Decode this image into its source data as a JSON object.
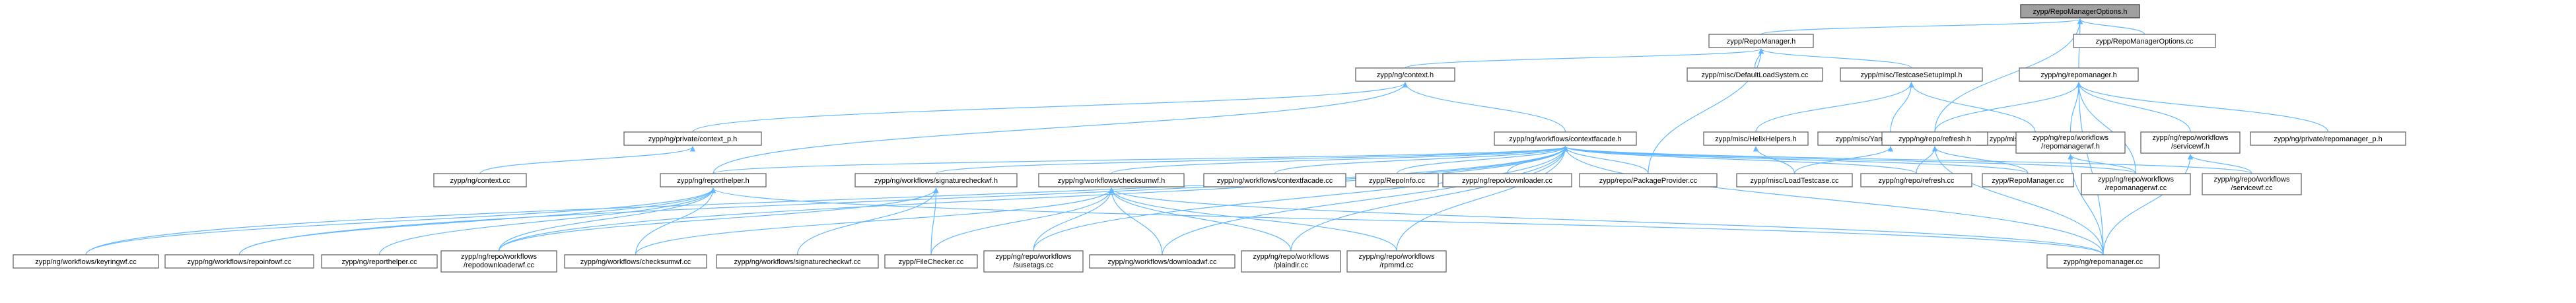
{
  "graph": {
    "edge_color": "#63b8ff",
    "node_border": "#666666",
    "root_fill": "#a0a0a0",
    "nodes": {
      "root": [
        "zypp/RepoManagerOptions.h"
      ],
      "repomanager_h_top": [
        "zypp/RepoManager.h"
      ],
      "repomanageroptions_cc": [
        "zypp/RepoManagerOptions.cc"
      ],
      "ng_repomanager_h": [
        "zypp/ng/repomanager.h"
      ],
      "ng_context_h": [
        "zypp/ng/context.h"
      ],
      "defaultloadsystem_cc": [
        "zypp/misc/DefaultLoadSystem.cc"
      ],
      "testcasesetupimpl_h": [
        "zypp/misc/TestcaseSetupImpl.h"
      ],
      "private_context_p_h": [
        "zypp/ng/private/context_p.h"
      ],
      "contextfacade_h": [
        "zypp/ng/workflows/contextfacade.h"
      ],
      "helixhelpers_h": [
        "zypp/misc/HelixHelpers.h"
      ],
      "yamltestcasehelpers_h": [
        "zypp/misc/YamlTestcaseHelpers.h"
      ],
      "testcasesetup_cc": [
        "zypp/misc/TestcaseSetup.cc"
      ],
      "refresh_h": [
        "zypp/ng/repo/refresh.h"
      ],
      "repomanagerwf_h": [
        "zypp/ng/repo/workflows",
        "/repomanagerwf.h"
      ],
      "servicewf_h": [
        "zypp/ng/repo/workflows",
        "/servicewf.h"
      ],
      "private_repomanager_p_h": [
        "zypp/ng/private/repomanager_p.h"
      ],
      "context_cc": [
        "zypp/ng/context.cc"
      ],
      "reporthelper_h": [
        "zypp/ng/reporthelper.h"
      ],
      "signaturecheckwf_h": [
        "zypp/ng/workflows/signaturecheckwf.h"
      ],
      "checksumwf_h": [
        "zypp/ng/workflows/checksumwf.h"
      ],
      "contextfacade_cc": [
        "zypp/ng/workflows/contextfacade.cc"
      ],
      "repoinfo_cc": [
        "zypp/RepoInfo.cc"
      ],
      "downloader_cc": [
        "zypp/ng/repo/downloader.cc"
      ],
      "packageprovider_cc": [
        "zypp/repo/PackageProvider.cc"
      ],
      "loadtestcase_cc": [
        "zypp/misc/LoadTestcase.cc"
      ],
      "refresh_cc": [
        "zypp/ng/repo/refresh.cc"
      ],
      "repomanager_cc_top": [
        "zypp/RepoManager.cc"
      ],
      "repomanagerwf_cc": [
        "zypp/ng/repo/workflows",
        "/repomanagerwf.cc"
      ],
      "servicewf_cc": [
        "zypp/ng/repo/workflows",
        "/servicewf.cc"
      ],
      "keyringwf_cc": [
        "zypp/ng/workflows/keyringwf.cc"
      ],
      "repoinfowf_cc": [
        "zypp/ng/workflows/repoinfowf.cc"
      ],
      "reporthelper_cc": [
        "zypp/ng/reporthelper.cc"
      ],
      "repodownloaderwf_cc": [
        "zypp/ng/repo/workflows",
        "/repodownloaderwf.cc"
      ],
      "checksumwf_cc": [
        "zypp/ng/workflows/checksumwf.cc"
      ],
      "signaturecheckwf_cc": [
        "zypp/ng/workflows/signaturecheckwf.cc"
      ],
      "filechecker_cc": [
        "zypp/FileChecker.cc"
      ],
      "susetags_cc": [
        "zypp/ng/repo/workflows",
        "/susetags.cc"
      ],
      "downloadwf_cc": [
        "zypp/ng/workflows/downloadwf.cc"
      ],
      "plaindir_cc": [
        "zypp/ng/repo/workflows",
        "/plaindir.cc"
      ],
      "rpmmd_cc": [
        "zypp/ng/repo/workflows",
        "/rpmmd.cc"
      ],
      "ng_repomanager_cc": [
        "zypp/ng/repomanager.cc"
      ]
    }
  }
}
